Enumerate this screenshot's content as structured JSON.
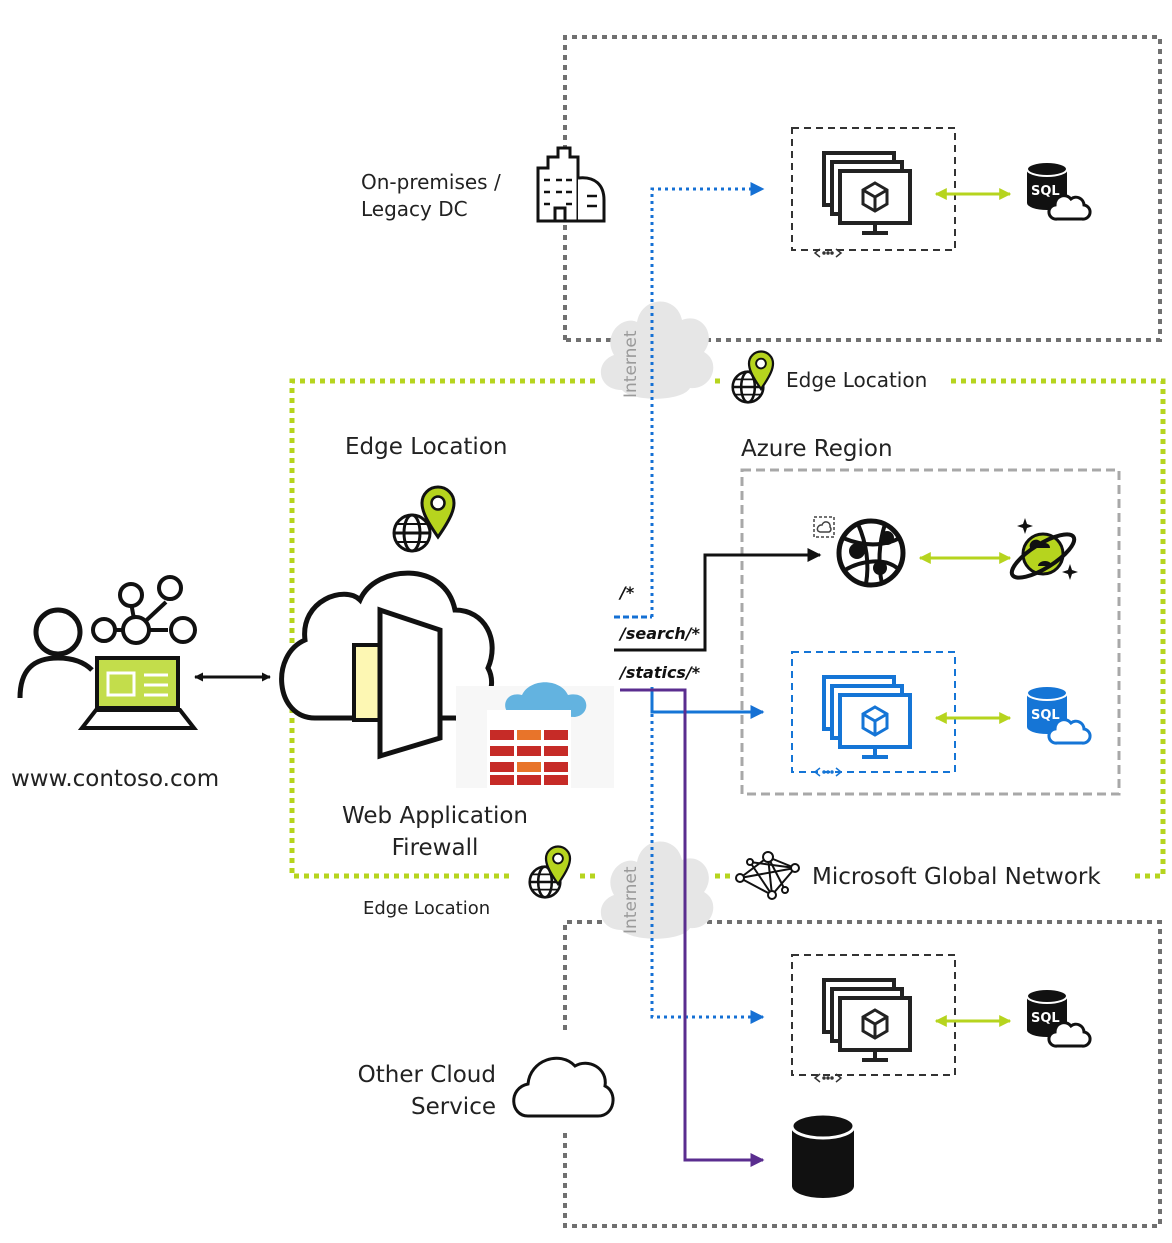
{
  "labels": {
    "on_premises": [
      "On-premises /",
      "Legacy DC"
    ],
    "edge_location_top_right": "Edge Location",
    "edge_location_main": "Edge Location",
    "edge_location_bottom": "Edge Location",
    "azure_region": "Azure Region",
    "waf": [
      "Web Application",
      "Firewall"
    ],
    "website": "www.contoso.com",
    "global_network": "Microsoft Global Network",
    "other_cloud": [
      "Other Cloud",
      "Service"
    ],
    "internet_top": "Internet",
    "internet_bottom": "Internet",
    "sql_onprem": "SQL",
    "sql_azure": "SQL",
    "sql_other": "SQL"
  },
  "routes": [
    "/*",
    "/search/*",
    "/statics/*"
  ],
  "colors": {
    "edge_green": "#b6d41e",
    "dotted_blue": "#1570d4",
    "azure_blue": "#1575d6",
    "statics_purple": "#5a2d8f",
    "boundary_gray": "#707070",
    "azure_region_gray": "#a8a8a8",
    "firewall_red": "#c62b27",
    "firewall_cloud": "#63b3e0"
  },
  "icons": [
    "users-icon",
    "laptop-icon",
    "network-icon",
    "front-door-icon",
    "firewall-icon",
    "building-icon",
    "globe-pin-icon",
    "vm-scale-set-icon",
    "sql-database-icon",
    "app-service-icon",
    "cosmos-db-icon",
    "cloud-icon",
    "storage-icon",
    "mesh-network-icon"
  ]
}
